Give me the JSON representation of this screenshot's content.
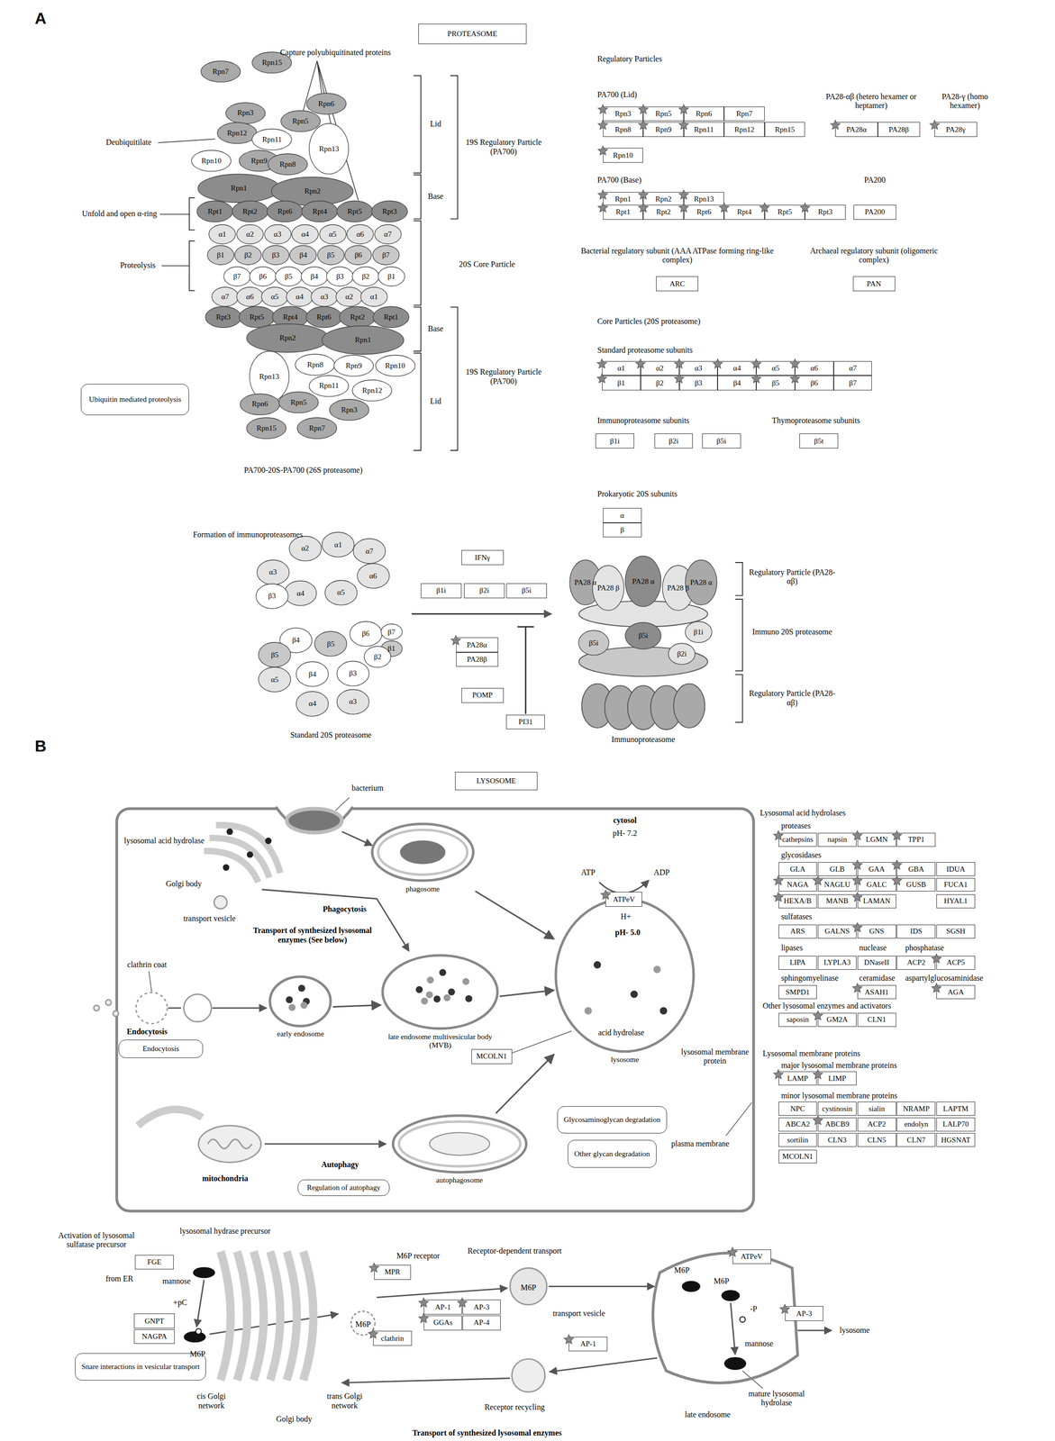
{
  "diagram": {
    "nodes": [
      {
        "text": [
          "PROTEASOME"
        ]
      },
      {
        "text": [
          "Ubiquitin mediated proteolysis"
        ]
      },
      {
        "text": [
          "Rpn15"
        ]
      },
      {
        "text": [
          "Rpn7"
        ]
      },
      {
        "text": [
          "Rpn6"
        ]
      },
      {
        "text": [
          "Rpn3"
        ]
      },
      {
        "text": [
          "Rpn5"
        ]
      },
      {
        "text": [
          "Rpn12"
        ]
      },
      {
        "text": [
          "Rpn11"
        ]
      },
      {
        "text": [
          "Rpn13"
        ]
      },
      {
        "text": [
          "Rpn10"
        ]
      },
      {
        "text": [
          "Rpn9"
        ]
      },
      {
        "text": [
          "Rpn8"
        ]
      },
      {
        "text": [
          "Rpn1"
        ]
      },
      {
        "text": [
          "Rpn2"
        ]
      },
      {
        "text": [
          "Rpt1"
        ]
      },
      {
        "text": [
          "Rpt2"
        ]
      },
      {
        "text": [
          "Rpt6"
        ]
      },
      {
        "text": [
          "Rpt4"
        ]
      },
      {
        "text": [
          "Rpt5"
        ]
      },
      {
        "text": [
          "Rpt3"
        ]
      },
      {
        "text": [
          "α1"
        ]
      },
      {
        "text": [
          "α2"
        ]
      },
      {
        "text": [
          "α3"
        ]
      },
      {
        "text": [
          "α4"
        ]
      },
      {
        "text": [
          "α5"
        ]
      },
      {
        "text": [
          "α6"
        ]
      },
      {
        "text": [
          "α7"
        ]
      },
      {
        "text": [
          "β1"
        ]
      },
      {
        "text": [
          "β2"
        ]
      },
      {
        "text": [
          "β3"
        ]
      },
      {
        "text": [
          "β4"
        ]
      },
      {
        "text": [
          "β5"
        ]
      },
      {
        "text": [
          "β6"
        ]
      },
      {
        "text": [
          "β7"
        ]
      },
      {
        "text": [
          "β7"
        ]
      },
      {
        "text": [
          "β6"
        ]
      },
      {
        "text": [
          "β5"
        ]
      },
      {
        "text": [
          "β4"
        ]
      },
      {
        "text": [
          "β3"
        ]
      },
      {
        "text": [
          "β2"
        ]
      },
      {
        "text": [
          "β1"
        ]
      },
      {
        "text": [
          "α7"
        ]
      },
      {
        "text": [
          "α6"
        ]
      },
      {
        "text": [
          "α5"
        ]
      },
      {
        "text": [
          "α4"
        ]
      },
      {
        "text": [
          "α3"
        ]
      },
      {
        "text": [
          "α2"
        ]
      },
      {
        "text": [
          "α1"
        ]
      },
      {
        "text": [
          "Rpt3"
        ]
      },
      {
        "text": [
          "Rpt5"
        ]
      },
      {
        "text": [
          "Rpt4"
        ]
      },
      {
        "text": [
          "Rpt6"
        ]
      },
      {
        "text": [
          "Rpt2"
        ]
      },
      {
        "text": [
          "Rpt1"
        ]
      },
      {
        "text": [
          "Rpn2"
        ]
      },
      {
        "text": [
          "Rpn1"
        ]
      },
      {
        "text": [
          "Rpn13"
        ]
      },
      {
        "text": [
          "Rpn8"
        ]
      },
      {
        "text": [
          "Rpn9"
        ]
      },
      {
        "text": [
          "Rpn10"
        ]
      },
      {
        "text": [
          "Rpn11"
        ]
      },
      {
        "text": [
          "Rpn12"
        ]
      },
      {
        "text": [
          "Rpn6"
        ]
      },
      {
        "text": [
          "Rpn5"
        ]
      },
      {
        "text": [
          "Rpn3"
        ]
      },
      {
        "text": [
          "Rpn15"
        ]
      },
      {
        "text": [
          "Rpn7"
        ]
      },
      {
        "text": [
          "Rpn3"
        ]
      },
      {
        "text": [
          "Rpn5"
        ]
      },
      {
        "text": [
          "Rpn6"
        ]
      },
      {
        "text": [
          "Rpn7"
        ]
      },
      {
        "text": [
          "Rpn8"
        ]
      },
      {
        "text": [
          "Rpn9"
        ]
      },
      {
        "text": [
          "Rpn11"
        ]
      },
      {
        "text": [
          "Rpn12"
        ]
      },
      {
        "text": [
          "Rpn15"
        ]
      },
      {
        "text": [
          "Rpn10"
        ]
      },
      {
        "text": [
          "PA28α"
        ]
      },
      {
        "text": [
          "PA28β"
        ]
      },
      {
        "text": [
          "PA28γ"
        ]
      },
      {
        "text": [
          "Rpn1"
        ]
      },
      {
        "text": [
          "Rpn2"
        ]
      },
      {
        "text": [
          "Rpn13"
        ]
      },
      {
        "text": [
          "Rpt1"
        ]
      },
      {
        "text": [
          "Rpt2"
        ]
      },
      {
        "text": [
          "Rpt6"
        ]
      },
      {
        "text": [
          "Rpt4"
        ]
      },
      {
        "text": [
          "Rpt5"
        ]
      },
      {
        "text": [
          "Rpt3"
        ]
      },
      {
        "text": [
          "PA200"
        ]
      },
      {
        "text": [
          "ARC"
        ]
      },
      {
        "text": [
          "PAN"
        ]
      },
      {
        "text": [
          "α1"
        ]
      },
      {
        "text": [
          "α2"
        ]
      },
      {
        "text": [
          "α3"
        ]
      },
      {
        "text": [
          "α4"
        ]
      },
      {
        "text": [
          "α5"
        ]
      },
      {
        "text": [
          "α6"
        ]
      },
      {
        "text": [
          "α7"
        ]
      },
      {
        "text": [
          "β1"
        ]
      },
      {
        "text": [
          "β2"
        ]
      },
      {
        "text": [
          "β3"
        ]
      },
      {
        "text": [
          "β4"
        ]
      },
      {
        "text": [
          "β5"
        ]
      },
      {
        "text": [
          "β6"
        ]
      },
      {
        "text": [
          "β7"
        ]
      },
      {
        "text": [
          "β1i"
        ]
      },
      {
        "text": [
          "β2i"
        ]
      },
      {
        "text": [
          "β5i"
        ]
      },
      {
        "text": [
          "β5t"
        ]
      },
      {
        "text": [
          "α"
        ]
      },
      {
        "text": [
          "β"
        ]
      },
      {
        "text": [
          "IFNγ"
        ]
      },
      {
        "text": [
          "β1i"
        ]
      },
      {
        "text": [
          "β2i"
        ]
      },
      {
        "text": [
          "β5i"
        ]
      },
      {
        "text": [
          "PA28α"
        ]
      },
      {
        "text": [
          "PA28β"
        ]
      },
      {
        "text": [
          "POMP"
        ]
      },
      {
        "text": [
          "PI31"
        ]
      },
      {
        "text": [
          "α2"
        ]
      },
      {
        "text": [
          "α1"
        ]
      },
      {
        "text": [
          "α7"
        ]
      },
      {
        "text": [
          "α3"
        ]
      },
      {
        "text": [
          "α4"
        ]
      },
      {
        "text": [
          "α5"
        ]
      },
      {
        "text": [
          "α6"
        ]
      },
      {
        "text": [
          "β3"
        ]
      },
      {
        "text": [
          "β4"
        ]
      },
      {
        "text": [
          "β5"
        ]
      },
      {
        "text": [
          "β6"
        ]
      },
      {
        "text": [
          "β7"
        ]
      },
      {
        "text": [
          "β1"
        ]
      },
      {
        "text": [
          "β5"
        ]
      },
      {
        "text": [
          "β2"
        ]
      },
      {
        "text": [
          "β4"
        ]
      },
      {
        "text": [
          "β3"
        ]
      },
      {
        "text": [
          "α5"
        ]
      },
      {
        "text": [
          "α4"
        ]
      },
      {
        "text": [
          "α3"
        ]
      },
      {
        "text": [
          "PA28 α"
        ]
      },
      {
        "text": [
          "PA28 β"
        ]
      },
      {
        "text": [
          "PA28 α"
        ]
      },
      {
        "text": [
          "PA28 β"
        ]
      },
      {
        "text": [
          "PA28 α"
        ]
      },
      {
        "text": [
          "β5i"
        ]
      },
      {
        "text": [
          "β5i"
        ]
      },
      {
        "text": [
          "β1i"
        ]
      },
      {
        "text": [
          "β2i"
        ]
      },
      {
        "text": [
          "LYSOSOME"
        ]
      },
      {
        "text": [
          "Endocytosis"
        ]
      },
      {
        "text": [
          "phagosome"
        ]
      },
      {
        "text": [
          "early endosome"
        ]
      },
      {
        "text": [
          "late endosome multivesicular body (MVB)"
        ]
      },
      {
        "text": [
          "lysosome"
        ]
      },
      {
        "text": [
          "autophagosome"
        ]
      },
      {
        "text": [
          "ATPeV"
        ]
      },
      {
        "text": [
          "MCOLN1"
        ]
      },
      {
        "text": [
          "Glycosaminoglycan degradation"
        ]
      },
      {
        "text": [
          "Other glycan degradation"
        ]
      },
      {
        "text": [
          "Regulation of autophagy"
        ]
      },
      {
        "text": [
          "cathepsins"
        ]
      },
      {
        "text": [
          "napsin"
        ]
      },
      {
        "text": [
          "LGMN"
        ]
      },
      {
        "text": [
          "TPP1"
        ]
      },
      {
        "text": [
          "GLA"
        ]
      },
      {
        "text": [
          "GLB"
        ]
      },
      {
        "text": [
          "GAA"
        ]
      },
      {
        "text": [
          "GBA"
        ]
      },
      {
        "text": [
          "IDUA"
        ]
      },
      {
        "text": [
          "NAGA"
        ]
      },
      {
        "text": [
          "NAGLU"
        ]
      },
      {
        "text": [
          "GALC"
        ]
      },
      {
        "text": [
          "GUSB"
        ]
      },
      {
        "text": [
          "FUCA1"
        ]
      },
      {
        "text": [
          "HEXA/B"
        ]
      },
      {
        "text": [
          "MANB"
        ]
      },
      {
        "text": [
          "LAMAN"
        ]
      },
      {
        "text": [
          "HYAL1"
        ]
      },
      {
        "text": [
          "ARS"
        ]
      },
      {
        "text": [
          "GALNS"
        ]
      },
      {
        "text": [
          "GNS"
        ]
      },
      {
        "text": [
          "IDS"
        ]
      },
      {
        "text": [
          "SGSH"
        ]
      },
      {
        "text": [
          "LIPA"
        ]
      },
      {
        "text": [
          "LYPLA3"
        ]
      },
      {
        "text": [
          "DNaseII"
        ]
      },
      {
        "text": [
          "ACP2"
        ]
      },
      {
        "text": [
          "ACP5"
        ]
      },
      {
        "text": [
          "SMPD1"
        ]
      },
      {
        "text": [
          "ASAH1"
        ]
      },
      {
        "text": [
          "AGA"
        ]
      },
      {
        "text": [
          "saposin"
        ]
      },
      {
        "text": [
          "GM2A"
        ]
      },
      {
        "text": [
          "CLN1"
        ]
      },
      {
        "text": [
          "LAMP"
        ]
      },
      {
        "text": [
          "LIMP"
        ]
      },
      {
        "text": [
          "NPC"
        ]
      },
      {
        "text": [
          "cystinosin"
        ]
      },
      {
        "text": [
          "sialin"
        ]
      },
      {
        "text": [
          "NRAMP"
        ]
      },
      {
        "text": [
          "LAPTM"
        ]
      },
      {
        "text": [
          "ABCA2"
        ]
      },
      {
        "text": [
          "ABCB9"
        ]
      },
      {
        "text": [
          "ACP2"
        ]
      },
      {
        "text": [
          "endolyn"
        ]
      },
      {
        "text": [
          "LALP70"
        ]
      },
      {
        "text": [
          "sortilin"
        ]
      },
      {
        "text": [
          "CLN3"
        ]
      },
      {
        "text": [
          "CLN5"
        ]
      },
      {
        "text": [
          "CLN7"
        ]
      },
      {
        "text": [
          "HGSNAT"
        ]
      },
      {
        "text": [
          "MCOLN1"
        ]
      },
      {
        "text": [
          "FGE"
        ]
      },
      {
        "text": [
          "MPR"
        ]
      },
      {
        "text": [
          "GNPT"
        ]
      },
      {
        "text": [
          "NAGPA"
        ]
      },
      {
        "text": [
          "Snare interactions in vesicular transport"
        ]
      },
      {
        "text": [
          "clathrin"
        ]
      },
      {
        "text": [
          "AP-1"
        ]
      },
      {
        "text": [
          "AP-3"
        ]
      },
      {
        "text": [
          "GGAs"
        ]
      },
      {
        "text": [
          "AP-4"
        ]
      },
      {
        "text": [
          "AP-1"
        ]
      },
      {
        "text": [
          "ATPeV"
        ]
      },
      {
        "text": [
          "AP-3"
        ]
      }
    ],
    "edges": [
      {
        "from": 153,
        "to": 154,
        "arrow": "to"
      },
      {
        "from": 152,
        "to": 155,
        "arrow": "to"
      },
      {
        "from": 154,
        "to": 155,
        "arrow": "to"
      },
      {
        "from": 156,
        "to": 155,
        "arrow": "to"
      }
    ],
    "labels": [
      "A",
      "Capture polyubiquitinated proteins",
      "Deubiquitilate",
      "Unfold and open α-ring",
      "Proteolysis",
      "Lid",
      "Base",
      "19S Regulatory Particle (PA700)",
      "20S Core Particle",
      "Base",
      "Lid",
      "19S Regulatory Particle (PA700)",
      "PA700-20S-PA700 (26S proteasome)",
      "Regulatory Particles",
      "PA700 (Lid)",
      "PA28-αβ (hetero hexamer or heptamer)",
      "PA28-γ (homo hexamer)",
      "PA700 (Base)",
      "PA200",
      "Bacterial regulatory subunit (AAA ATPase forming ring-like complex)",
      "Archaeal regulatory subunit (oligomeric complex)",
      "Core Particles (20S proteasome)",
      "Standard proteasome subunits",
      "Immunoproteasome subunits",
      "Thymoproteasome subunits",
      "Prokaryotic 20S subunits",
      "Formation of immunoproteasomes",
      "Standard 20S proteasome",
      "Immunoproteasome",
      "Regulatory Particle (PA28-αβ)",
      "Immuno 20S proteasome",
      "Regulatory Particle (PA28-αβ)",
      "B",
      "bacterium",
      "lysosomal acid hydrolase",
      "Phagocytosis",
      "Golgi body",
      "transport vesicle",
      "clathrin coat",
      "Transport of synthesized lysosomal enzymes (See below)",
      "Endocytosis",
      "cytosol",
      "pH- 7.2",
      "ATP",
      "ADP",
      "H+",
      "pH- 5.0",
      "acid hydrolase",
      "lysosomal membrane protein",
      "mitochondria",
      "Autophagy",
      "plasma membrane",
      "Lysosomal acid hydrolases",
      "proteases",
      "glycosidases",
      "sulfatases",
      "lipases",
      "nuclease",
      "phosphatase",
      "sphingomyelinase",
      "ceramidase",
      "aspartylglucosaminidase",
      "Other lysosomal enzymes and activators",
      "Lysosomal membrane proteins",
      "major lysosomal membrane proteins",
      "minor lysosomal membrane proteins",
      "Activation of lysosomal sulfatase precursor",
      "from ER",
      "mannose",
      "lysosomal hydrase precursor",
      "+pC",
      "M6P",
      "M6P receptor",
      "M6P",
      "Receptor-dependent transport",
      "M6P",
      "transport vesicle",
      "Receptor recycling",
      "M6P",
      "M6P",
      "-P",
      "mannose",
      "lysosome",
      "mature lysosomal hydrolase",
      "cis Golgi network",
      "Golgi body",
      "trans Golgi network",
      "late endosome",
      "Transport of synthesized lysosomal enzymes"
    ]
  }
}
